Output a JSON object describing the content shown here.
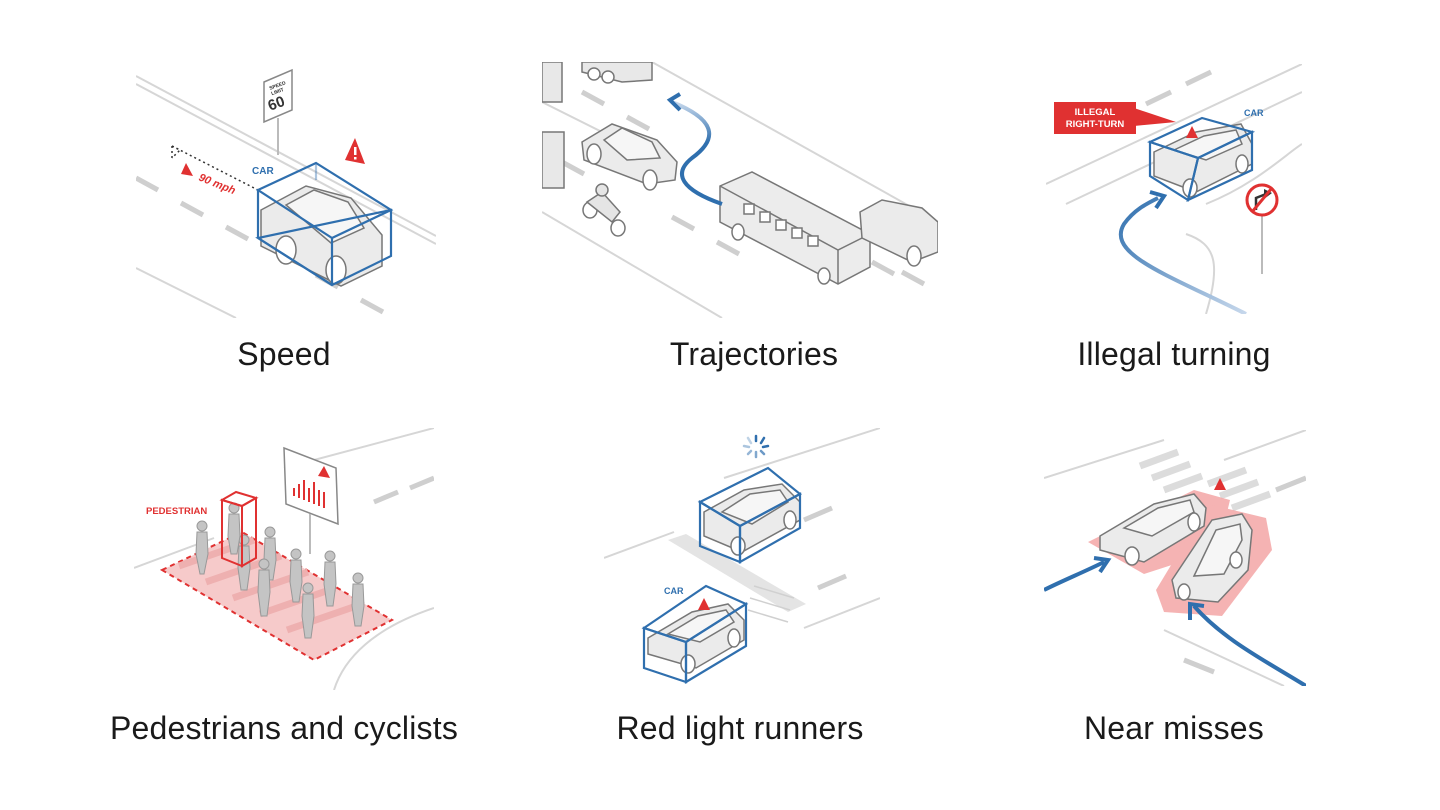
{
  "captions": {
    "speed": "Speed",
    "trajectories": "Trajectories",
    "illegal_turning": "Illegal turning",
    "pedestrians": "Pedestrians and cyclists",
    "red_light": "Red light runners",
    "near_misses": "Near misses"
  },
  "speed_panel": {
    "sign_top": "SPEED",
    "sign_mid": "LIMIT",
    "sign_value": "60",
    "object_label": "CAR",
    "speed_readout": "90 mph"
  },
  "illegal_panel": {
    "callout_line1": "ILLEGAL",
    "callout_line2": "RIGHT-TURN",
    "object_label": "CAR",
    "sign_icon": "no-right-turn-icon"
  },
  "pedestrian_panel": {
    "object_label": "PEDESTRIAN"
  },
  "redlight_panel": {
    "object_label": "CAR"
  },
  "colors": {
    "box_blue": "#2f6fae",
    "alert_red": "#e03131",
    "road_gray": "#d2d2d2",
    "vehicle_gray": "#e6e6e6",
    "outline_gray": "#7a7a7a"
  }
}
